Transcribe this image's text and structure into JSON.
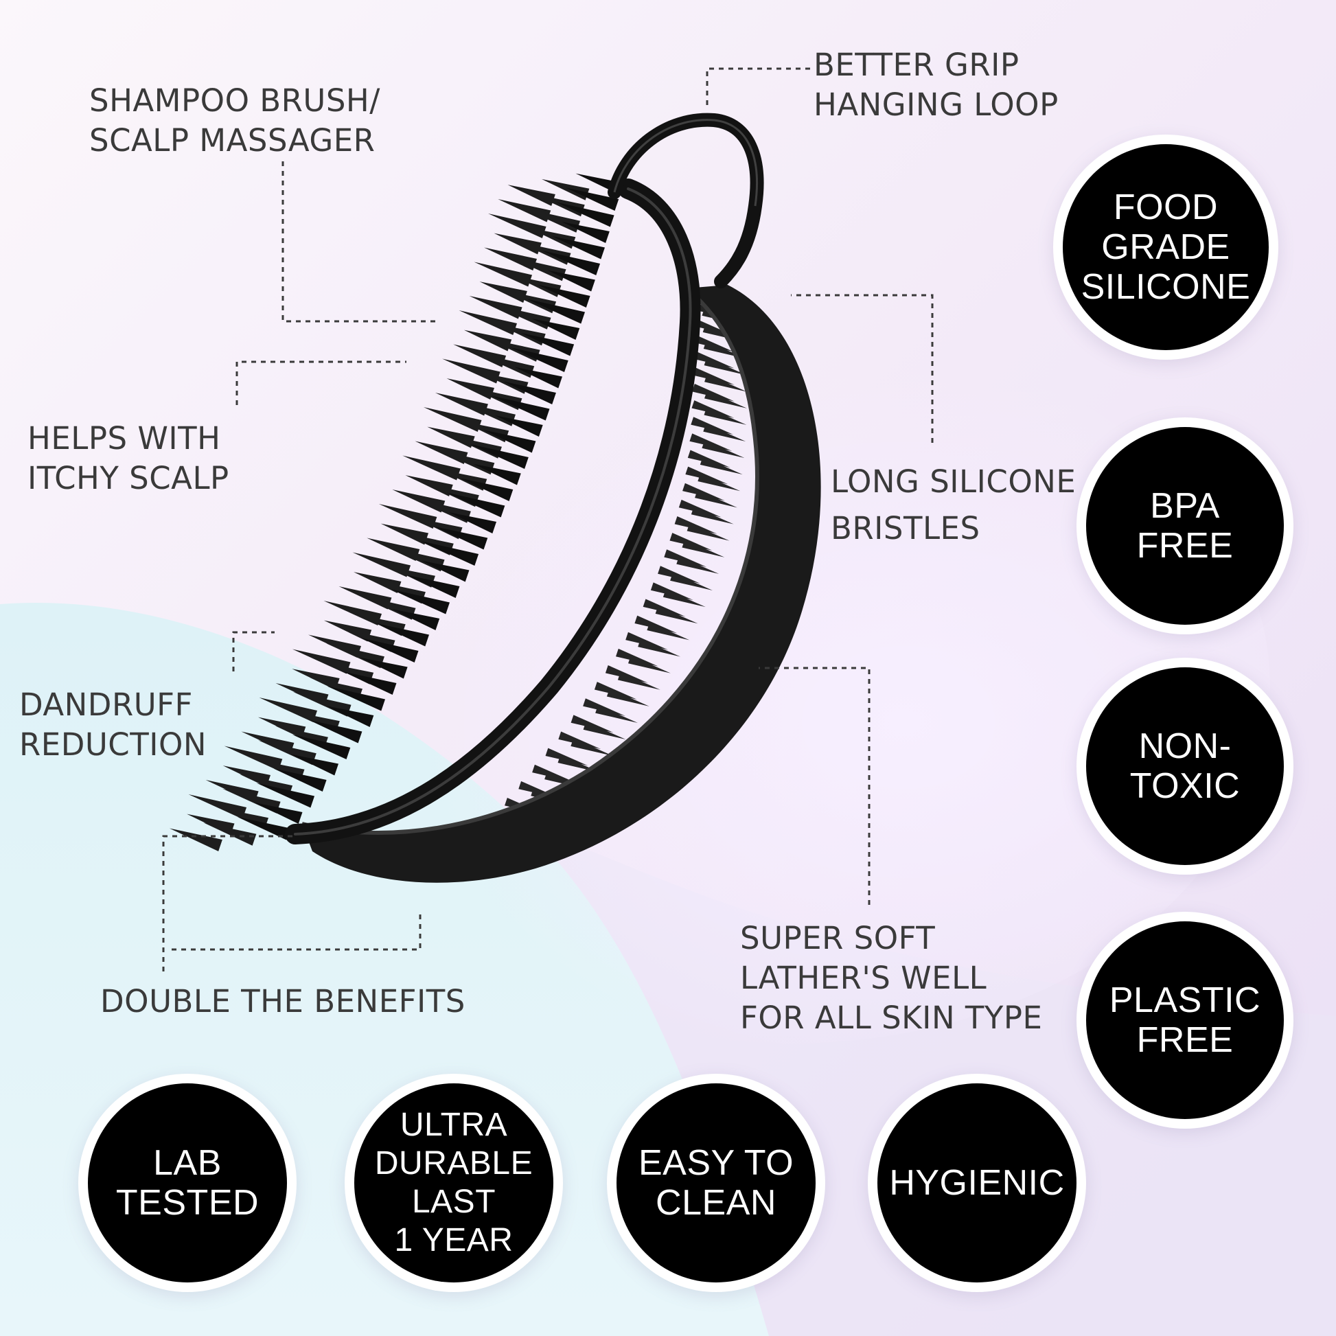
{
  "labels": {
    "shampoo": [
      "SHAMPOO BRUSH/",
      "SCALP MASSAGER"
    ],
    "grip": [
      "BETTER GRIP",
      "HANGING LOOP"
    ],
    "itchy": [
      "HELPS WITH",
      "ITCHY SCALP"
    ],
    "bristles": [
      "LONG SILICONE",
      "BRISTLES"
    ],
    "dandruff": [
      "DANDRUFF",
      "REDUCTION"
    ],
    "double": [
      "DOUBLE THE BENEFITS"
    ],
    "soft": [
      "SUPER SOFT",
      "LATHER'S WELL",
      "FOR ALL SKIN TYPE"
    ]
  },
  "badges": {
    "food": [
      "FOOD",
      "GRADE",
      "SILICONE"
    ],
    "bpa": [
      "BPA",
      "FREE"
    ],
    "nontoxic": [
      "NON-",
      "TOXIC"
    ],
    "plastic": [
      "PLASTIC",
      "FREE"
    ],
    "lab": [
      "LAB",
      "TESTED"
    ],
    "durable": [
      "ULTRA",
      "DURABLE",
      "LAST",
      "1 YEAR"
    ],
    "clean": [
      "EASY TO",
      "CLEAN"
    ],
    "hygienic": [
      "HYGIENIC"
    ]
  },
  "colors": {
    "badge_fill": "#000000",
    "badge_ring": "#ffffff",
    "label_text": "#3a3a3a",
    "product": "#1c1c1c",
    "background_top": "#f7f2fb",
    "background_bottom": "#e3f4f8"
  }
}
